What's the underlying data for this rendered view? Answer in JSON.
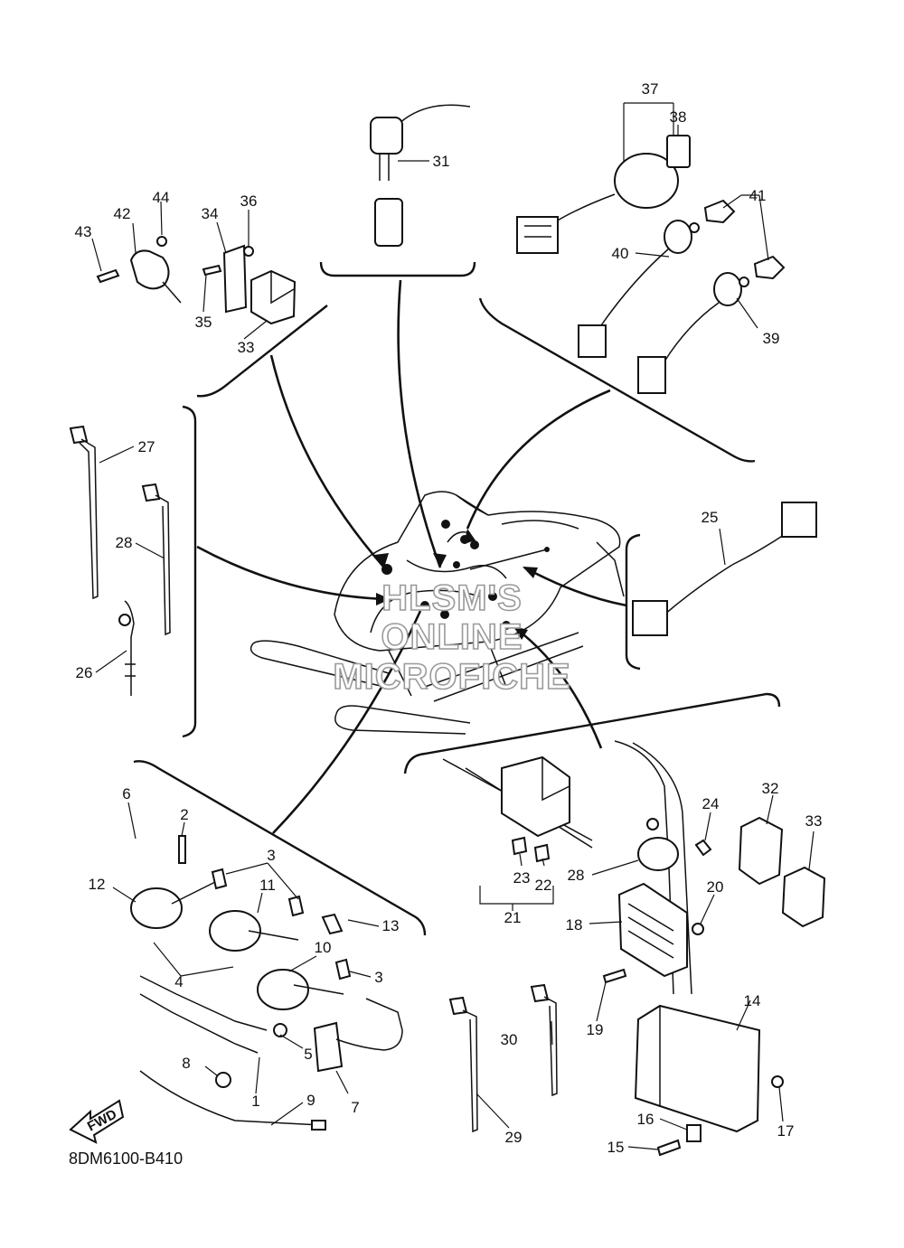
{
  "diagram_code": "8DM6100-B410",
  "watermark": {
    "line1": "HLSM'S",
    "line2": "ONLINE",
    "line3": "MICROFICHE"
  },
  "fwd_label": "FWD",
  "callouts": {
    "c1": "1",
    "c2": "2",
    "c3a": "3",
    "c3b": "3",
    "c4": "4",
    "c5": "5",
    "c6": "6",
    "c7": "7",
    "c8": "8",
    "c9": "9",
    "c10": "10",
    "c11": "11",
    "c12": "12",
    "c13": "13",
    "c14": "14",
    "c15": "15",
    "c16": "16",
    "c17": "17",
    "c18": "18",
    "c19": "19",
    "c20": "20",
    "c21": "21",
    "c22": "22",
    "c23": "23",
    "c24": "24",
    "c25": "25",
    "c26": "26",
    "c27": "27",
    "c28a": "28",
    "c28b": "28",
    "c29": "29",
    "c30": "30",
    "c31": "31",
    "c32": "32",
    "c33a": "33",
    "c33b": "33",
    "c34": "34",
    "c35": "35",
    "c36": "36",
    "c37": "37",
    "c38": "38",
    "c39": "39",
    "c40": "40",
    "c41": "41",
    "c42": "42",
    "c43": "43",
    "c44": "44"
  }
}
